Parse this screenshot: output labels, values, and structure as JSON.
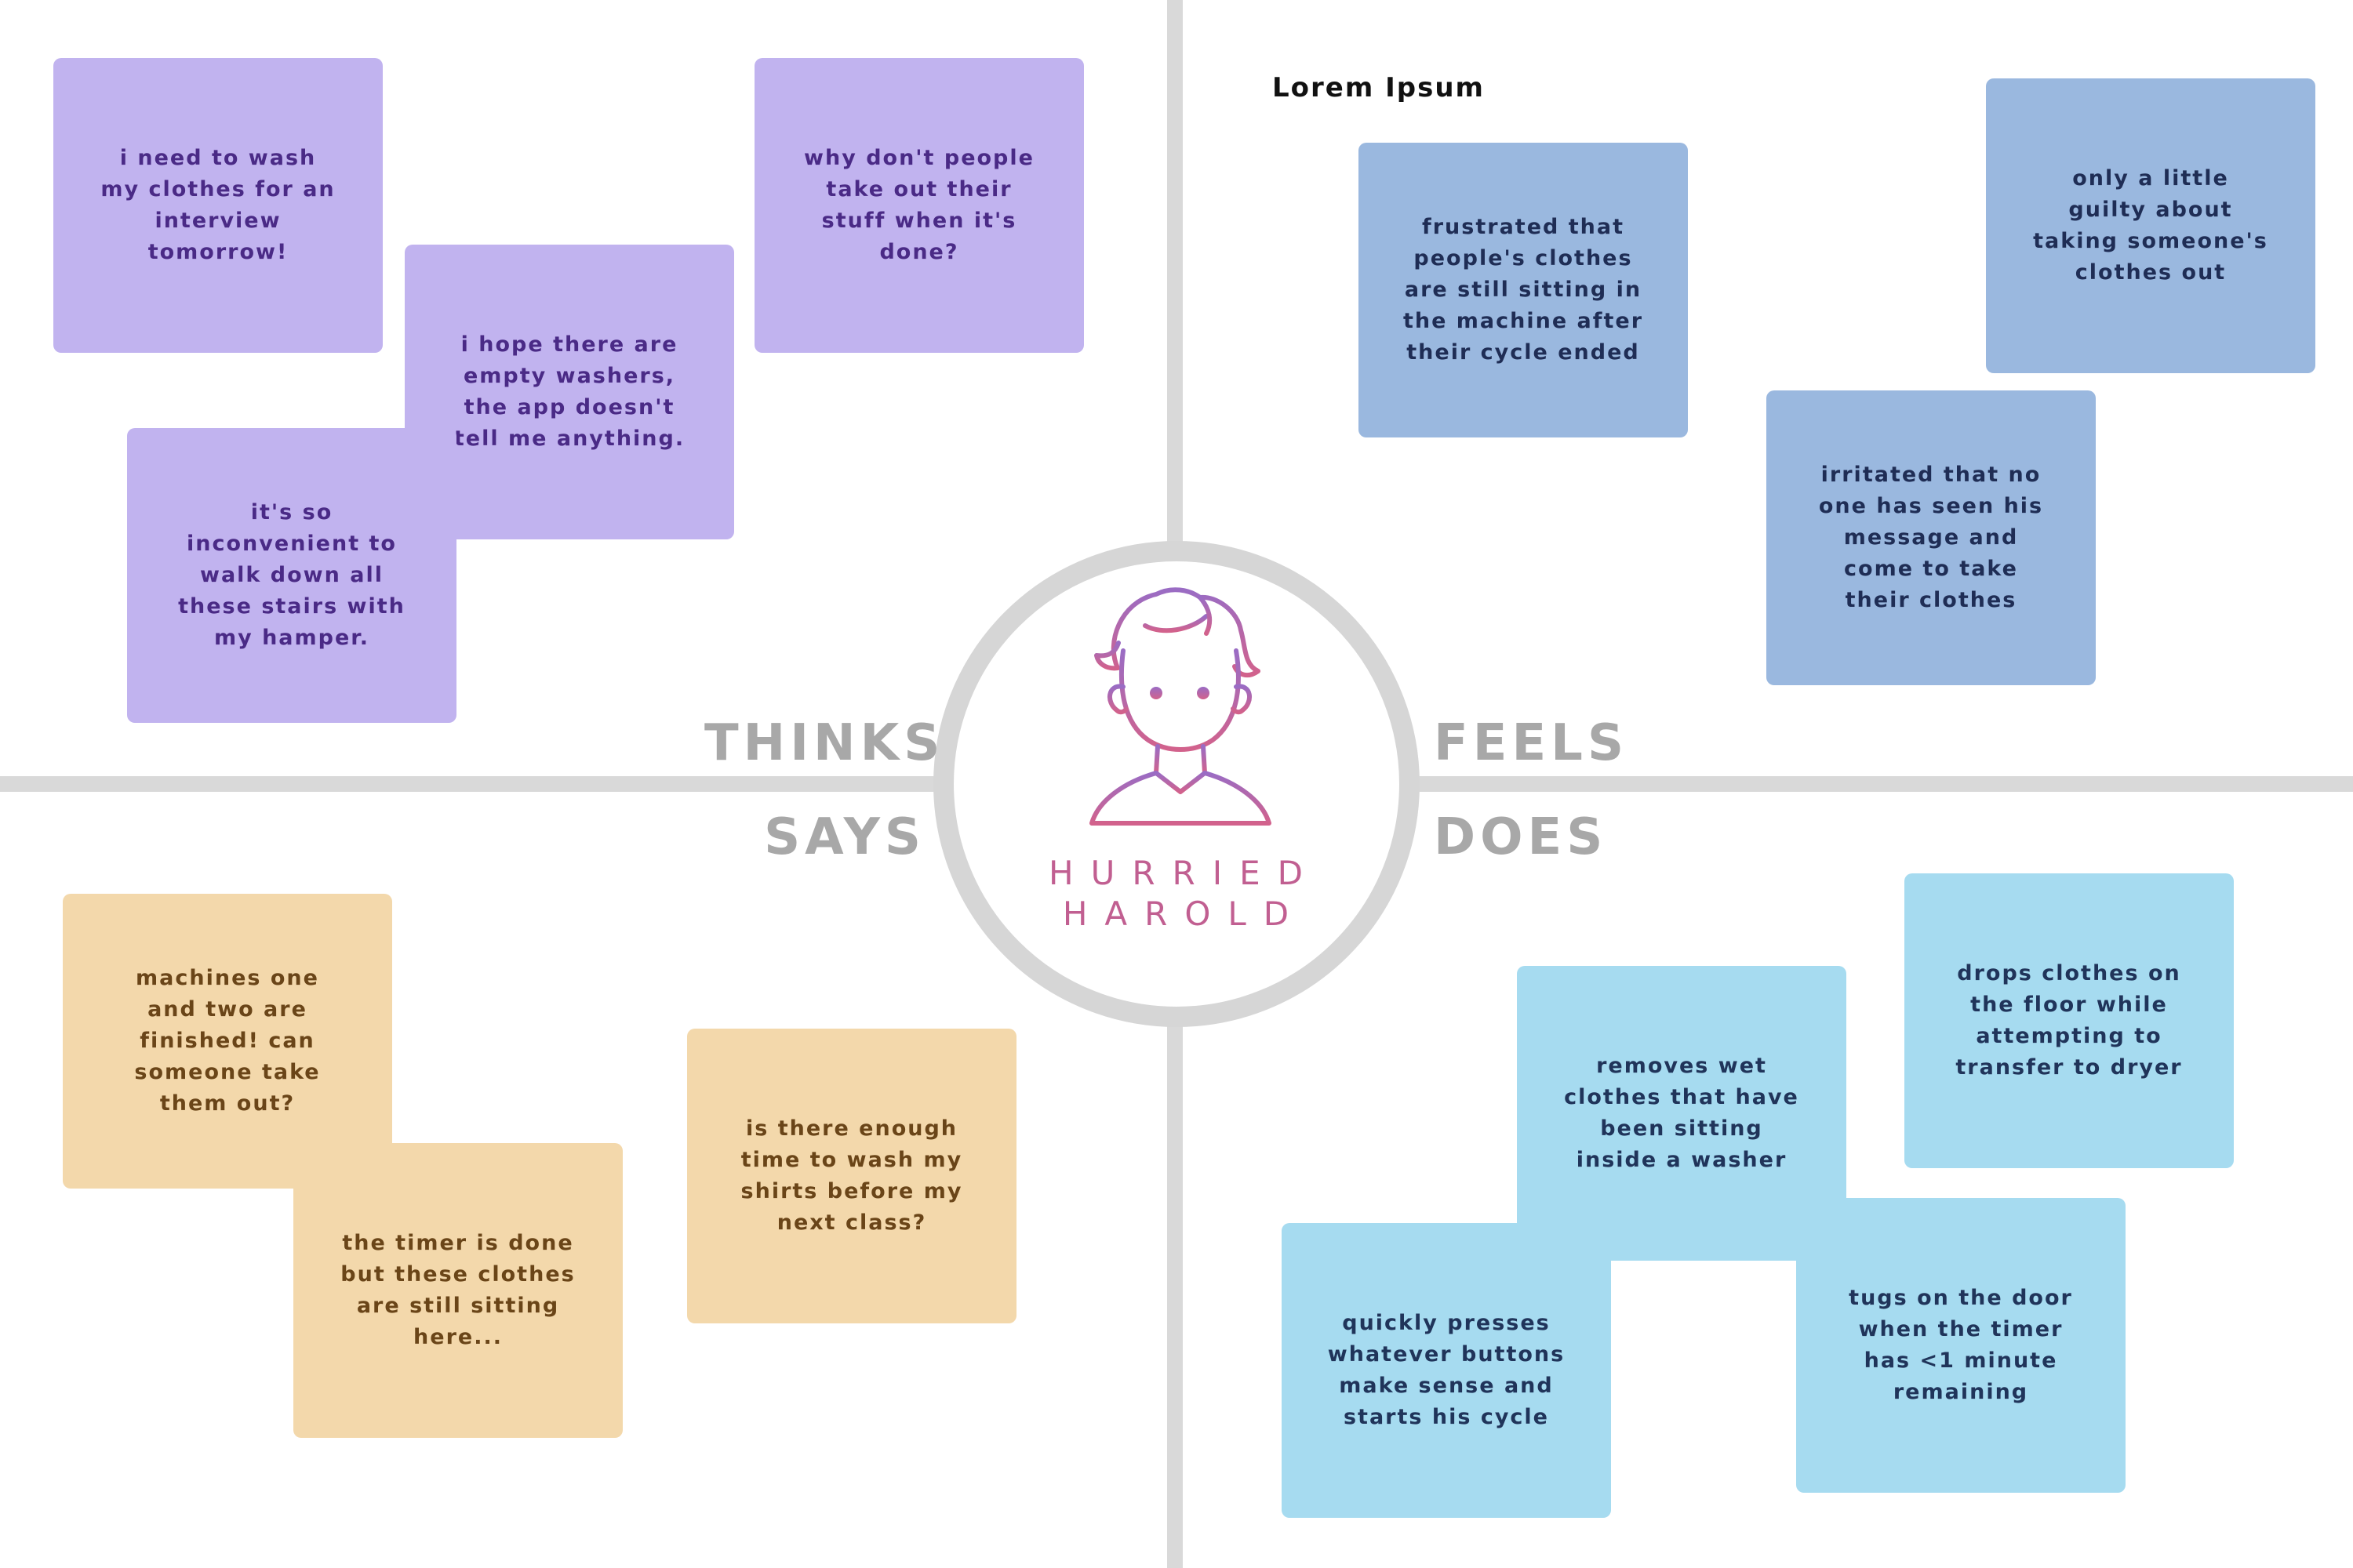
{
  "persona": {
    "first_name": "HURRIED",
    "last_name": "HAROLD"
  },
  "quadrant_labels": {
    "thinks": "THINKS",
    "feels": "FEELS",
    "says": "SAYS",
    "does": "DOES"
  },
  "top_text": "Lorem Ipsum",
  "colors": {
    "divider": "#d9d9d9",
    "ring": "#d6d6d6",
    "persona_gradient_start": "#9a6cc4",
    "persona_gradient_end": "#d2628c",
    "thinks_note": "#c1b3ef",
    "feels_note": "#9ab8df",
    "says_note": "#f3d8ab",
    "does_note": "#a6dbf0"
  },
  "icons": {
    "avatar": "person-avatar-icon"
  },
  "notes": {
    "thinks": [
      "i need to wash my clothes for an interview tomorrow!",
      "why don't people take out their stuff when it's done?",
      "i hope there are empty washers, the app doesn't tell me anything.",
      "it's so inconvenient to walk down all these stairs with my hamper."
    ],
    "feels": [
      "frustrated that people's clothes are still sitting in the machine after their cycle ended",
      "only a little guilty about taking someone's clothes out",
      "irritated that no one has seen his message and come to take their clothes"
    ],
    "says": [
      "machines one and two are finished! can someone take them out?",
      "the timer is done but these clothes are still sitting here...",
      "is there enough time to wash my shirts before my next class?"
    ],
    "does": [
      "drops clothes on the floor while attempting to transfer to dryer",
      "removes wet clothes that have been sitting inside a washer",
      "quickly presses whatever buttons make sense and starts his cycle",
      "tugs on the door when the timer has <1 minute remaining"
    ]
  }
}
